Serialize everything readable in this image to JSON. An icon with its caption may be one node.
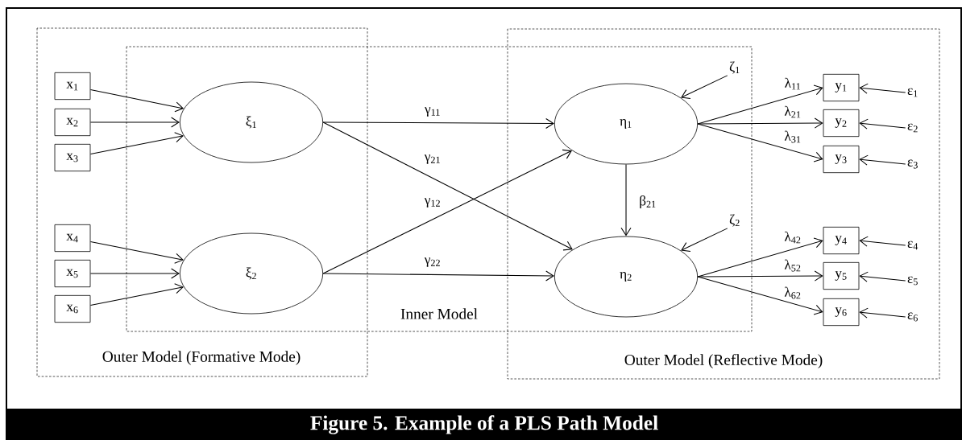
{
  "diagram": {
    "caption": "Figure 5. Example of a PLS Path Model",
    "labels": [
      "Outer Model (Formative Mode)",
      "Inner Model",
      "Outer Model (Reflective Mode)"
    ],
    "nodes": [
      {
        "text": [
          "x$_{1}$"
        ]
      },
      {
        "text": [
          "x$_{2}$"
        ]
      },
      {
        "text": [
          "x$_{3}$"
        ]
      },
      {
        "text": [
          "x$_{4}$"
        ]
      },
      {
        "text": [
          "x$_{5}$"
        ]
      },
      {
        "text": [
          "x$_{6}$"
        ]
      },
      {
        "text": [
          "ξ$_{1}$"
        ]
      },
      {
        "text": [
          "ξ$_{2}$"
        ]
      },
      {
        "text": [
          "η$_{1}$"
        ]
      },
      {
        "text": [
          "η$_{2}$"
        ]
      },
      {
        "text": [
          "y$_{1}$"
        ]
      },
      {
        "text": [
          "y$_{2}$"
        ]
      },
      {
        "text": [
          "y$_{3}$"
        ]
      },
      {
        "text": [
          "y$_{4}$"
        ]
      },
      {
        "text": [
          "y$_{5}$"
        ]
      },
      {
        "text": [
          "y$_{6}$"
        ]
      },
      {
        "text": [
          "ζ$_{1}$"
        ]
      },
      {
        "text": [
          "ζ$_{2}$"
        ]
      },
      {
        "text": [
          "ε$_{1}$"
        ]
      },
      {
        "text": [
          "ε$_{2}$"
        ]
      },
      {
        "text": [
          "ε$_{3}$"
        ]
      },
      {
        "text": [
          "ε$_{4}$"
        ]
      },
      {
        "text": [
          "ε$_{5}$"
        ]
      },
      {
        "text": [
          "ε$_{6}$"
        ]
      }
    ],
    "edges": [
      {
        "from": 0,
        "to": 6,
        "arrow": "to"
      },
      {
        "from": 1,
        "to": 6,
        "arrow": "to"
      },
      {
        "from": 2,
        "to": 6,
        "arrow": "to"
      },
      {
        "from": 3,
        "to": 7,
        "arrow": "to"
      },
      {
        "from": 4,
        "to": 7,
        "arrow": "to"
      },
      {
        "from": 5,
        "to": 7,
        "arrow": "to"
      },
      {
        "from": 6,
        "to": 8,
        "arrow": "to",
        "label": "γ$_{11}$"
      },
      {
        "from": 6,
        "to": 9,
        "arrow": "to",
        "label": "γ$_{21}$"
      },
      {
        "from": 7,
        "to": 8,
        "arrow": "to",
        "label": "γ$_{12}$"
      },
      {
        "from": 7,
        "to": 9,
        "arrow": "to",
        "label": "γ$_{22}$"
      },
      {
        "from": 8,
        "to": 9,
        "arrow": "to",
        "label": "β$_{21}$"
      },
      {
        "from": 16,
        "to": 8,
        "arrow": "to"
      },
      {
        "from": 17,
        "to": 9,
        "arrow": "to"
      },
      {
        "from": 8,
        "to": 10,
        "arrow": "to",
        "label": "λ$_{11}$"
      },
      {
        "from": 8,
        "to": 11,
        "arrow": "to",
        "label": "λ$_{21}$"
      },
      {
        "from": 8,
        "to": 12,
        "arrow": "to",
        "label": "λ$_{31}$"
      },
      {
        "from": 9,
        "to": 13,
        "arrow": "to",
        "label": "λ$_{42}$"
      },
      {
        "from": 9,
        "to": 14,
        "arrow": "to",
        "label": "λ$_{52}$"
      },
      {
        "from": 9,
        "to": 15,
        "arrow": "to",
        "label": "λ$_{62}$"
      },
      {
        "from": 18,
        "to": 10,
        "arrow": "to"
      },
      {
        "from": 19,
        "to": 11,
        "arrow": "to"
      },
      {
        "from": 20,
        "to": 12,
        "arrow": "to"
      },
      {
        "from": 21,
        "to": 13,
        "arrow": "to"
      },
      {
        "from": 22,
        "to": 14,
        "arrow": "to"
      },
      {
        "from": 23,
        "to": 15,
        "arrow": "to"
      }
    ]
  }
}
